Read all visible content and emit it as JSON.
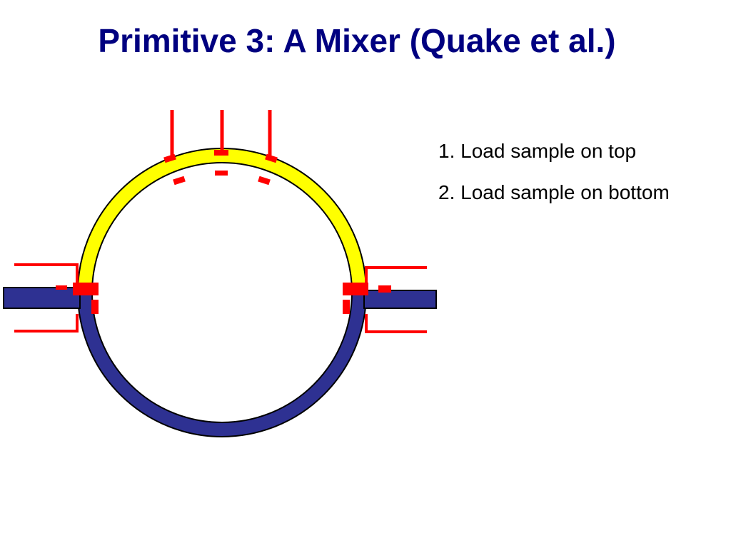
{
  "slide": {
    "title": "Primitive 3:  A Mixer (Quake et al.)",
    "steps": [
      "1. Load sample on top",
      "2. Load sample on bottom"
    ]
  },
  "colors": {
    "title": "#000080",
    "channel_top": "#ffff00",
    "channel_bottom": "#2e3192",
    "valve": "#ff0000",
    "outline": "#000000",
    "text": "#000000"
  }
}
